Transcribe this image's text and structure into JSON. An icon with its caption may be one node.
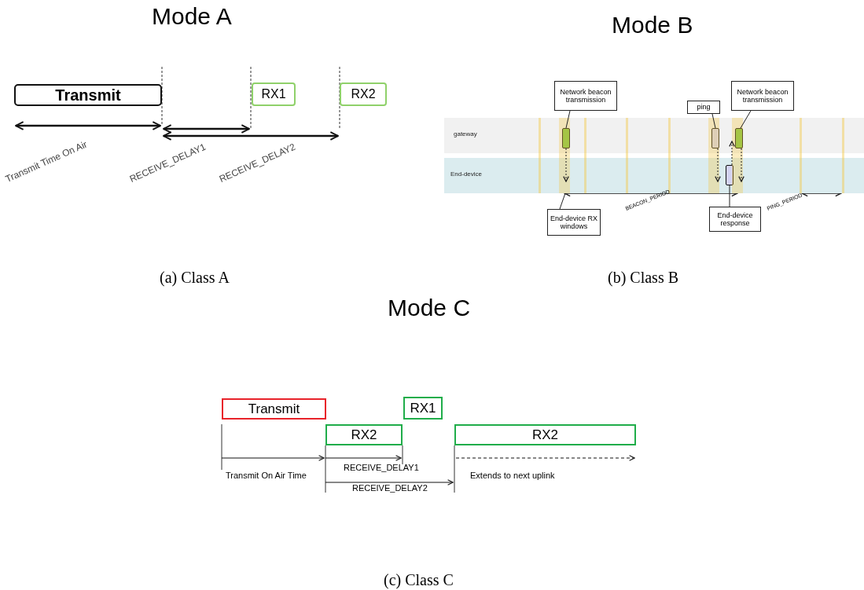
{
  "diagram": {
    "nodes": [
      {
        "text": [
          "Transmit"
        ]
      },
      {
        "text": [
          "RX1"
        ]
      },
      {
        "text": [
          "RX2"
        ]
      },
      {
        "text": [
          "Network beacon transmission"
        ]
      },
      {
        "text": [
          "ping"
        ]
      },
      {
        "text": [
          "Network beacon transmission"
        ]
      },
      {
        "text": [
          "gateway"
        ]
      },
      {
        "text": [
          "End-device"
        ]
      },
      {
        "text": [],
        "shape": "bar",
        "in": 6
      },
      {
        "text": [],
        "shape": "bar",
        "in": 6
      },
      {
        "text": [],
        "shape": "bar",
        "in": 6
      },
      {
        "text": [],
        "shape": "bar",
        "in": 7
      },
      {
        "text": [
          "End-device RX windows"
        ]
      },
      {
        "text": [
          "End-device response"
        ]
      },
      {
        "text": [
          "Transmit"
        ]
      },
      {
        "text": [
          "RX1"
        ]
      },
      {
        "text": [
          "RX2"
        ]
      },
      {
        "text": [
          "RX2"
        ]
      }
    ],
    "edges": [
      {
        "from": 3,
        "to": 8,
        "arrow": "none"
      },
      {
        "from": 4,
        "to": 9,
        "arrow": "none"
      },
      {
        "from": 5,
        "to": 10,
        "arrow": "none"
      },
      {
        "from": 8,
        "to": 7,
        "arrow": "to",
        "style": "dashed"
      },
      {
        "from": 9,
        "to": 7,
        "arrow": "to",
        "style": "dashed"
      },
      {
        "from": 10,
        "to": 7,
        "arrow": "to",
        "style": "dashed"
      },
      {
        "from": 11,
        "to": 6,
        "arrow": "to",
        "style": "dashed"
      },
      {
        "from": 12,
        "to": 7,
        "arrow": "none"
      },
      {
        "from": 13,
        "to": 11,
        "arrow": "none"
      }
    ],
    "labels": [
      "Mode A",
      "Mode B",
      "Transmit Time On Air",
      "RECEIVE_DELAY1",
      "RECEIVE_DELAY2",
      "BEACON_PERIOD",
      "PING_PERIOD",
      "(a) Class A",
      "(b) Class B",
      "Mode C",
      "RECEIVE_DELAY1",
      "Transmit On Air Time",
      "Extends to next uplink",
      "RECEIVE_DELAY2",
      "(c) Class C"
    ]
  }
}
